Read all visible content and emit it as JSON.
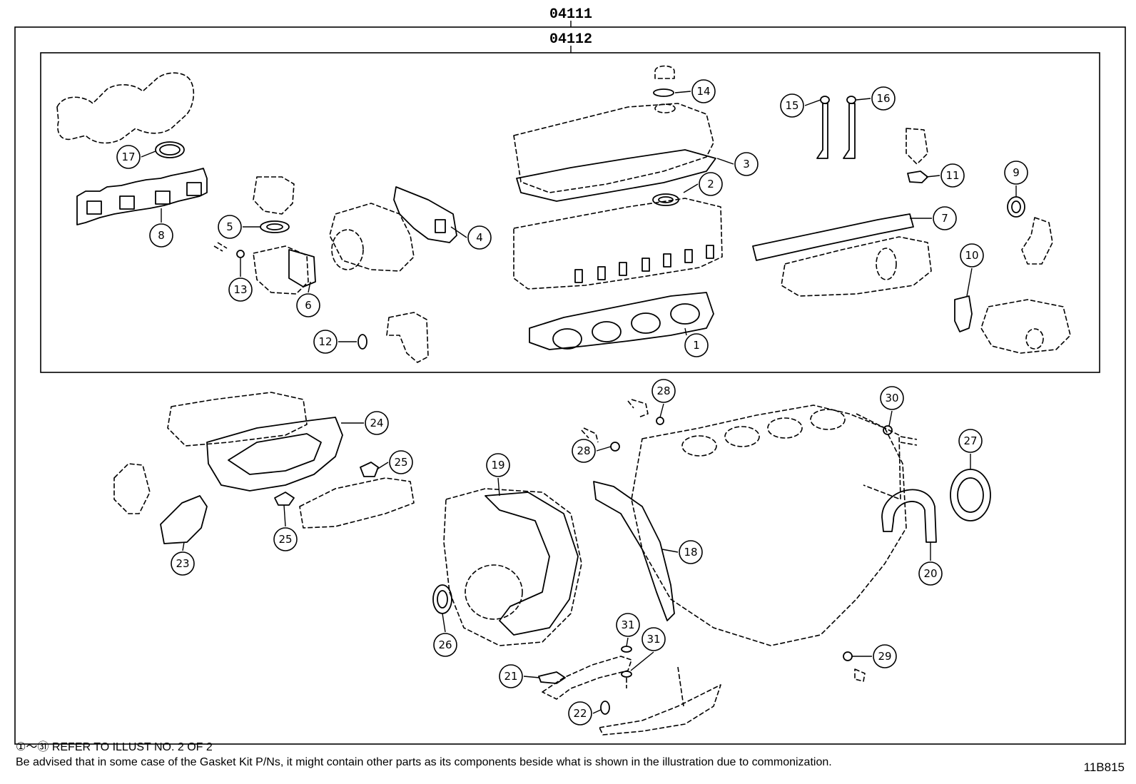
{
  "kits": {
    "outer": "04111",
    "inner": "04112"
  },
  "callouts": [
    "1",
    "2",
    "3",
    "4",
    "5",
    "6",
    "7",
    "8",
    "9",
    "10",
    "11",
    "12",
    "13",
    "14",
    "15",
    "16",
    "17",
    "18",
    "19",
    "20",
    "21",
    "22",
    "23",
    "24",
    "25",
    "25",
    "26",
    "27",
    "28",
    "28",
    "29",
    "30",
    "31",
    "31"
  ],
  "footer": {
    "range_start": "①",
    "range_tilde": "～",
    "range_end": "㉛",
    "refer_text": "REFER TO ILLUST NO. 2 OF 2",
    "note": "Be advised that in some case of the Gasket Kit P/Ns,  it might contain other parts as its components beside what is shown in the illustration due to commonization."
  },
  "illustration_code": "11B815"
}
